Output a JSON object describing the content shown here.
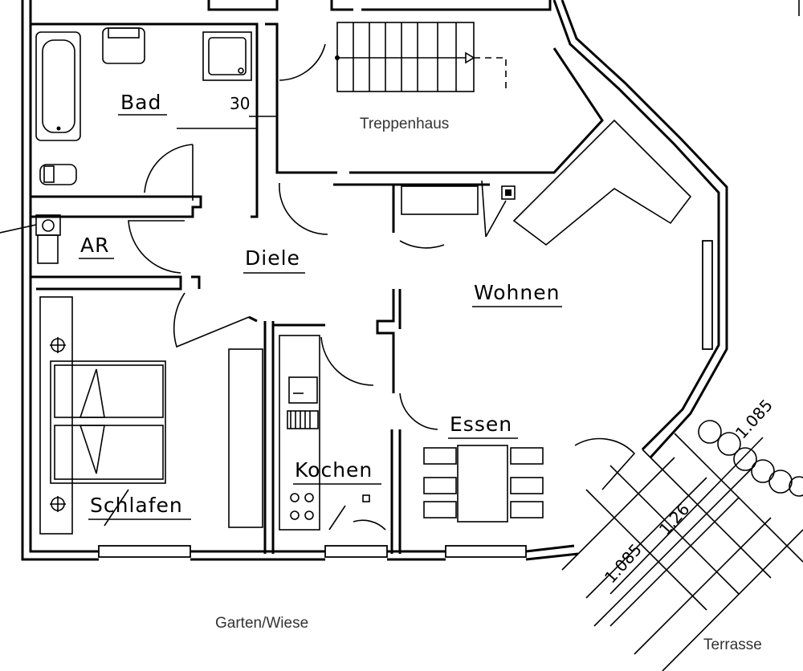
{
  "rooms": {
    "bad": "Bad",
    "ar": "AR",
    "diele": "Diele",
    "wohnen": "Wohnen",
    "essen": "Essen",
    "kochen": "Kochen",
    "schlafen": "Schlafen"
  },
  "areas": {
    "treppenhaus": "Treppenhaus",
    "garten": "Garten/Wiese",
    "terrasse": "Terrasse"
  },
  "dimensions": {
    "bad_door": "30",
    "terrace_a": "1.085",
    "terrace_b": "1.26",
    "terrace_c": "1.085"
  }
}
